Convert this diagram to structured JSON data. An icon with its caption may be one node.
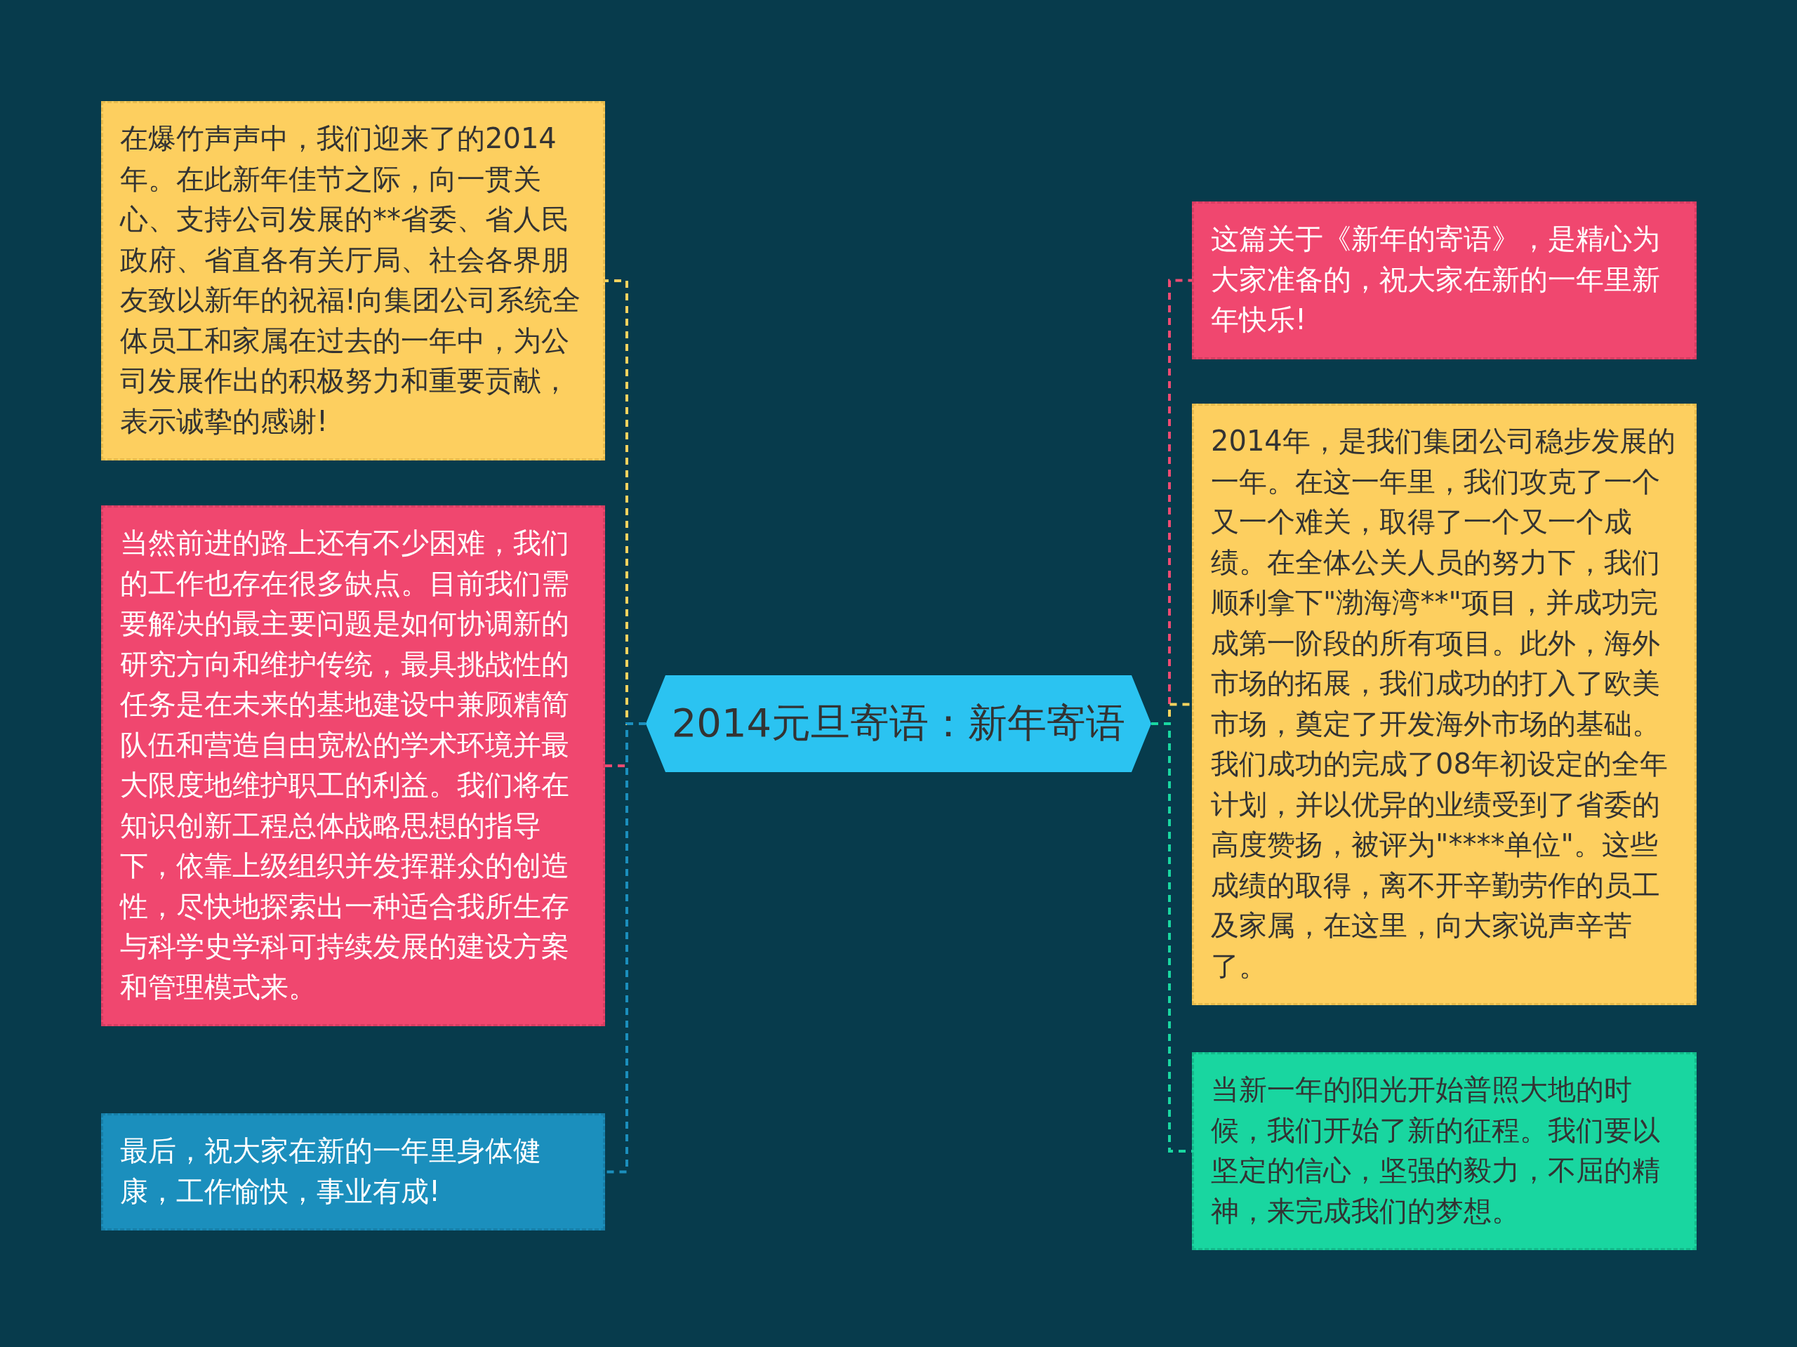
{
  "diagram": {
    "nodes": [
      {
        "text": [
          "2014元旦寄语：新年寄语"
        ]
      },
      {
        "text": [
          "在爆竹声声中，我们迎来了的2014年。在此新年佳节之际，向一贯关心、支持公司发展的**省委、省人民政府、省直各有关厅局、社会各界朋友致以新年的祝福!向集团公司系统全体员工和家属在过去的一年中，为公司发展作出的积极努力和重要贡献，表示诚挚的感谢!"
        ]
      },
      {
        "text": [
          "当然前进的路上还有不少困难，我们的工作也存在很多缺点。目前我们需要解决的最主要问题是如何协调新的研究方向和维护传统，最具挑战性的任务是在未来的基地建设中兼顾精简队伍和营造自由宽松的学术环境并最大限度地维护职工的利益。我们将在知识创新工程总体战略思想的指导下，依靠上级组织并发挥群众的创造性，尽快地探索出一种适合我所生存与科学史学科可持续发展的建设方案和管理模式来。"
        ]
      },
      {
        "text": [
          "最后，祝大家在新的一年里身体健康，工作愉快，事业有成!"
        ]
      },
      {
        "text": [
          "这篇关于《新年的寄语》，是精心为大家准备的，祝大家在新的一年里新年快乐!"
        ]
      },
      {
        "text": [
          "2014年，是我们集团公司稳步发展的一年。在这一年里，我们攻克了一个又一个难关，取得了一个又一个成绩。在全体公关人员的努力下，我们顺利拿下\"渤海湾**\"项目，并成功完成第一阶段的所有项目。此外，海外市场的拓展，我们成功的打入了欧美市场，奠定了开发海外市场的基础。我们成功的完成了08年初设定的全年计划，并以优异的业绩受到了省委的高度赞扬，被评为\"****单位\"。这些成绩的取得，离不开辛勤劳作的员工及家属，在这里，向大家说声辛苦了。"
        ]
      },
      {
        "text": [
          "当新一年的阳光开始普照大地的时候，我们开始了新的征程。我们要以坚定的信心，坚强的毅力，不屈的精神，来完成我们的梦想。"
        ]
      }
    ],
    "edges": [
      {
        "from": 0,
        "to": 1,
        "arrow": "none",
        "style": "dashed",
        "color": "#f7d35e"
      },
      {
        "from": 0,
        "to": 2,
        "arrow": "none",
        "style": "dashed",
        "color": "#ee4a72"
      },
      {
        "from": 0,
        "to": 3,
        "arrow": "none",
        "style": "dashed",
        "color": "#1b8fbd"
      },
      {
        "from": 0,
        "to": 4,
        "arrow": "none",
        "style": "dashed",
        "color": "#ee4a72"
      },
      {
        "from": 0,
        "to": 5,
        "arrow": "none",
        "style": "dashed",
        "color": "#f7d35e"
      },
      {
        "from": 0,
        "to": 6,
        "arrow": "none",
        "style": "dashed",
        "color": "#19d6a0"
      }
    ]
  }
}
